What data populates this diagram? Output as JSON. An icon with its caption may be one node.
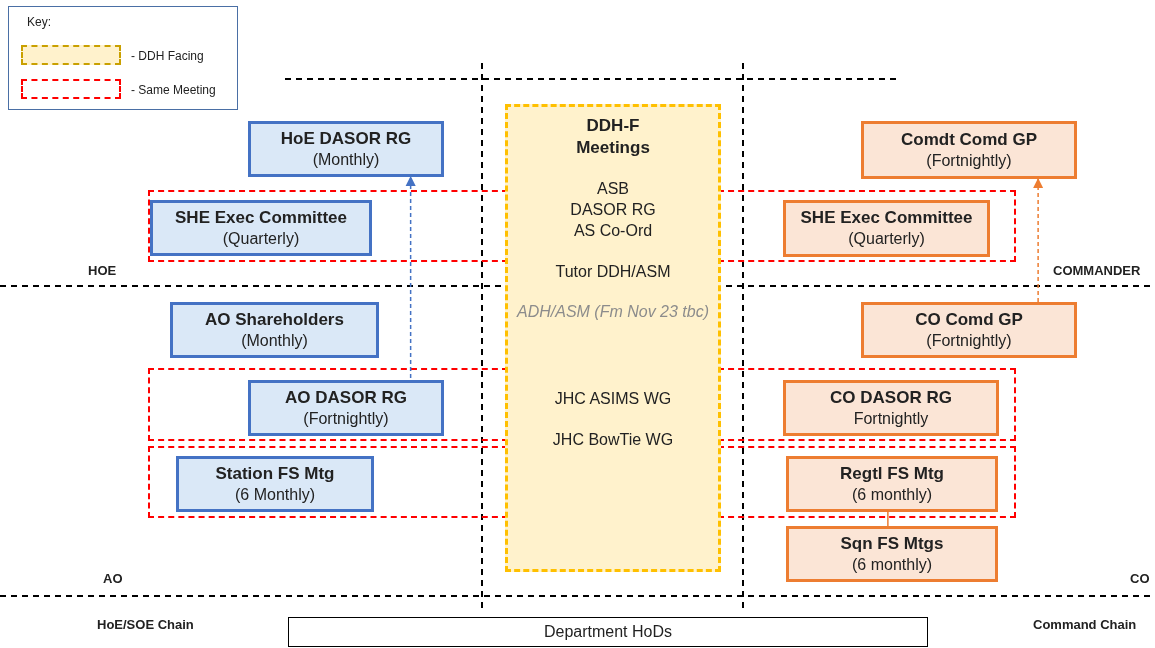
{
  "diagram": {
    "nodes": [
      {
        "text": [
          "HoE DASOR RG",
          "(Monthly)"
        ]
      },
      {
        "text": [
          "Comdt Comd GP",
          "(Fortnightly)"
        ]
      },
      {
        "text": [],
        "shape": "box"
      },
      {
        "text": [
          "SHE Exec Committee",
          "(Quarterly)"
        ],
        "in": 2
      },
      {
        "text": [],
        "shape": "box"
      },
      {
        "text": [
          "SHE Exec Committee",
          "(Quarterly)"
        ],
        "in": 4
      },
      {
        "text": [
          "DDH-F Meetings",
          "ASB",
          "DASOR RG",
          "AS Co-Ord",
          "Tutor DDH/ASM",
          "ADH/ASM (Fm Nov 23 tbc)",
          "JHC ASIMS WG",
          "JHC BowTie WG"
        ]
      },
      {
        "text": [
          "AO Shareholders",
          "(Monthly)"
        ]
      },
      {
        "text": [
          "CO Comd GP",
          "(Fortnightly)"
        ]
      },
      {
        "text": [],
        "shape": "box"
      },
      {
        "text": [
          "AO DASOR RG",
          "(Fortnightly)"
        ],
        "in": 9
      },
      {
        "text": [],
        "shape": "box"
      },
      {
        "text": [
          "CO DASOR RG",
          "Fortnightly"
        ],
        "in": 11
      },
      {
        "text": [],
        "shape": "box"
      },
      {
        "text": [
          "Station FS Mtg",
          "(6 Monthly)"
        ],
        "in": 13
      },
      {
        "text": [],
        "shape": "box"
      },
      {
        "text": [
          "Regtl FS Mtg",
          "(6 monthly)"
        ],
        "in": 15
      },
      {
        "text": [
          "Sqn FS Mtgs",
          "(6 monthly)"
        ]
      },
      {
        "text": [
          "Department HoDs"
        ]
      }
    ],
    "edges": [
      {
        "from": 10,
        "to": 0,
        "arrow": "to",
        "style": "dashed",
        "color": "#4472c4"
      },
      {
        "from": 8,
        "to": 1,
        "arrow": "to",
        "style": "dashed",
        "color": "#ed7d31"
      },
      {
        "from": 16,
        "to": 17,
        "arrow": "none",
        "color": "#ed7d31"
      }
    ],
    "labels": [
      "Key:",
      "HOE",
      "COMMANDER",
      "AO",
      "CO",
      "HoE/SOE Chain",
      "Command Chain"
    ],
    "legend": [
      {
        "text": "- DDH Facing",
        "color": "#fff2cc"
      },
      {
        "text": "- Same Meeting"
      }
    ]
  }
}
